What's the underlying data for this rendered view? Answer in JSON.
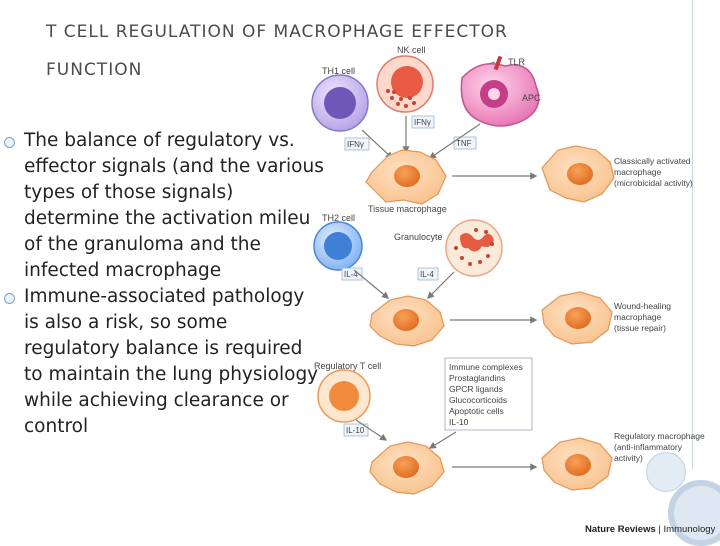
{
  "slide": {
    "title_line1": "T CELL REGULATION OF MACROPHAGE EFFECTOR",
    "title_line2": "FUNCTION",
    "bullets": [
      "The balance of regulatory vs. effector signals (and the various types of those signals) determine the activation mileu of the granuloma and the infected macrophage",
      "Immune-associated pathology is also a risk, so some regulatory balance is required to maintain the lung physiology while achieving clearance or control"
    ]
  },
  "figure": {
    "cells": {
      "th1": "TH1 cell",
      "nk": "NK cell",
      "tlr": "TLR",
      "apc": "APC",
      "tissue_macrophage": "Tissue macrophage",
      "th2": "TH2 cell",
      "granulocyte": "Granulocyte",
      "treg": "Regulatory T cell"
    },
    "signals": {
      "ifng_top": "IFNγ",
      "ifng_left": "IFNγ",
      "tnf": "TNF",
      "il4_a": "IL-4",
      "il4_b": "IL-4",
      "il10": "IL-10"
    },
    "regulatory_box": [
      "Immune complexes",
      "Prostaglandins",
      "GPCR ligands",
      "Glucocorticoids",
      "Apoptotic cells",
      "IL-10"
    ],
    "outcomes": {
      "classical": [
        "Classically activated",
        "macrophage",
        "(microbicidal activity)"
      ],
      "wound": [
        "Wound-healing",
        "macrophage",
        "(tissue repair)"
      ],
      "regulatory": [
        "Regulatory macrophage",
        "(anti-inflammatory",
        "activity)"
      ]
    },
    "credit_bold": "Nature Reviews",
    "credit_rest": "| Immunology"
  },
  "colors": {
    "accent_blue": "#7aa0c4",
    "macrophage_orange": "#f08a3c",
    "th1_purple": "#b6a6e6",
    "th2_blue": "#5f9ae8",
    "treg_orange": "#f3b27a",
    "nk_red": "#ee8a80",
    "apc_pink": "#e879b6"
  }
}
